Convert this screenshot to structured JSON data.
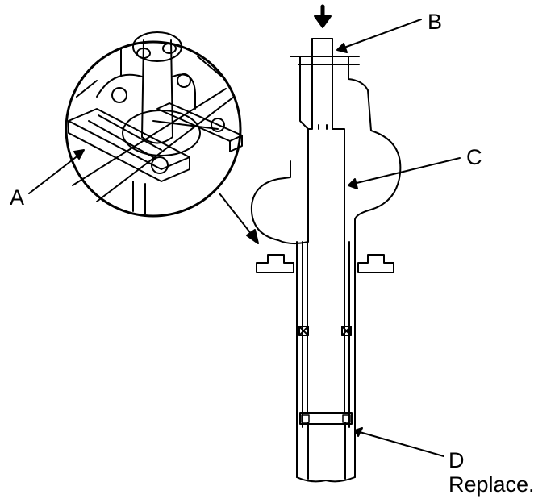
{
  "callouts": {
    "a": "A",
    "b": "B",
    "c": "C",
    "d": "D",
    "d_note": "Replace."
  },
  "colors": {
    "line": "#000000",
    "background": "#ffffff"
  }
}
